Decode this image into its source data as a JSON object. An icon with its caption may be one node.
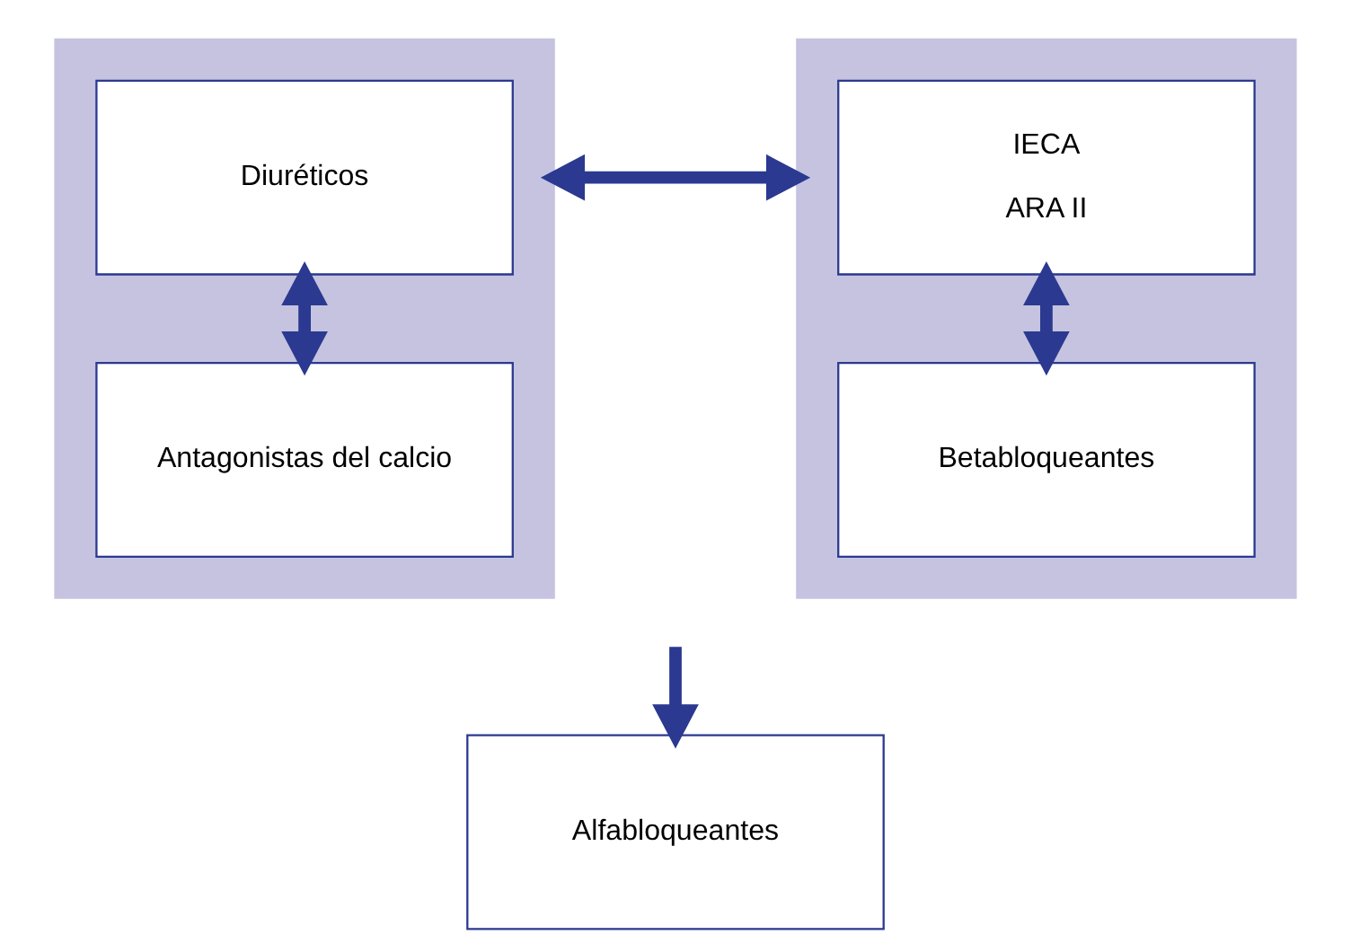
{
  "diagram": {
    "nodes": [
      {
        "text": [],
        "shape": "box"
      },
      {
        "text": [
          "Diuréticos"
        ],
        "in": 0
      },
      {
        "text": [
          "Antagonistas del calcio"
        ],
        "in": 0
      },
      {
        "text": [],
        "shape": "box"
      },
      {
        "text": [
          "IECA",
          "ARA II"
        ],
        "in": 3
      },
      {
        "text": [
          "Betabloqueantes"
        ],
        "in": 3
      },
      {
        "text": [
          "Alfabloqueantes"
        ]
      }
    ],
    "edges": [
      {
        "from": 1,
        "to": 2,
        "arrow": "both"
      },
      {
        "from": 0,
        "to": 3,
        "arrow": "both"
      },
      {
        "from": 4,
        "to": 5,
        "arrow": "both"
      },
      {
        "from": null,
        "to": 6,
        "arrow": "to"
      }
    ]
  }
}
